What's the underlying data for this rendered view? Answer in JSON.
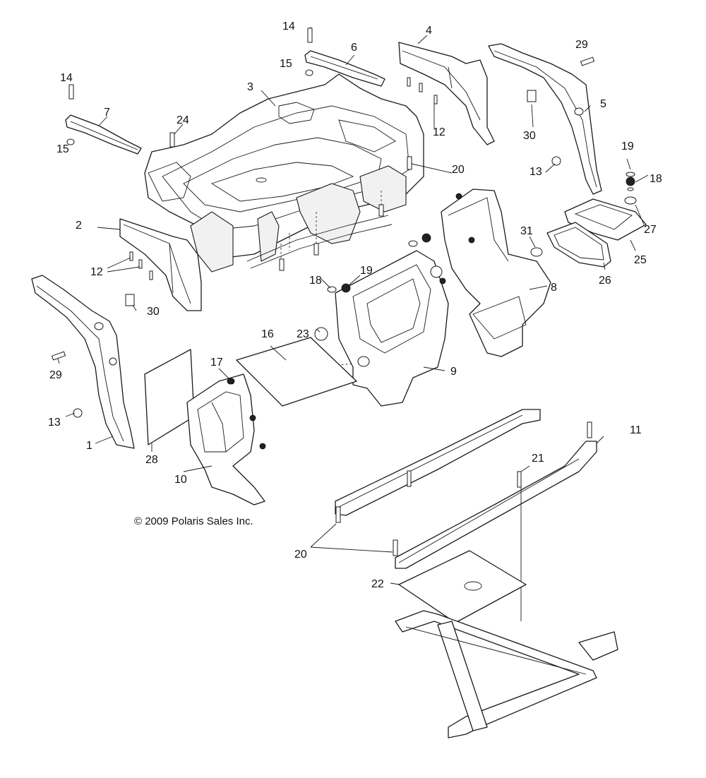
{
  "copyright": "© 2009 Polaris Sales Inc.",
  "callouts": {
    "c1": "1",
    "c2": "2",
    "c3": "3",
    "c4": "4",
    "c5": "5",
    "c6": "6",
    "c7": "7",
    "c8": "8",
    "c9": "9",
    "c10": "10",
    "c11": "11",
    "c12a": "12",
    "c12b": "12",
    "c13a": "13",
    "c13b": "13",
    "c14a": "14",
    "c14b": "14",
    "c15a": "15",
    "c15b": "15",
    "c16": "16",
    "c17": "17",
    "c18a": "18",
    "c18b": "18",
    "c19a": "19",
    "c19b": "19",
    "c20a": "20",
    "c20b": "20",
    "c21": "21",
    "c22": "22",
    "c23": "23",
    "c24": "24",
    "c25": "25",
    "c26": "26",
    "c27": "27",
    "c28": "28",
    "c29a": "29",
    "c29b": "29",
    "c30a": "30",
    "c30b": "30",
    "c31": "31"
  }
}
